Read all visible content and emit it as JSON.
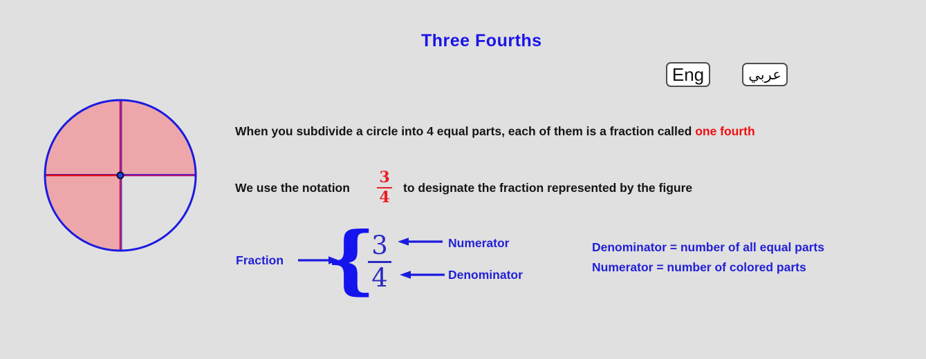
{
  "title": "Three Fourths",
  "buttons": {
    "eng": "Eng",
    "arabic": "عربي"
  },
  "sentence1": {
    "main": "When you subdivide a circle into 4 equal parts, each of them is a fraction called",
    "highlight": "one fourth"
  },
  "sentence2": {
    "prefix": "We use the notation",
    "suffix": "to designate the fraction represented by the figure"
  },
  "fraction": {
    "numerator": "3",
    "denominator": "4"
  },
  "diagram": {
    "brace": "{",
    "fraction_label": "Fraction",
    "numerator_label": "Numerator",
    "denominator_label": "Denominator"
  },
  "legend": {
    "line1": "Denominator = number of all equal parts",
    "line2": "Numerator = number of colored parts"
  },
  "figure": {
    "shape": "circle-divided-into-quadrants",
    "total_parts": 4,
    "colored_parts": 3,
    "uncolored_quadrant": "bottom-right"
  },
  "colors": {
    "background": "#e0e0e0",
    "accent_blue": "#1a14e8",
    "brace_blue": "#1414ee",
    "number_blue": "#2a2ac0",
    "legend_blue": "#2220d8",
    "highlight_red": "#f20d0d",
    "fraction_red": "#ed1c24",
    "circle_stroke": "#1a1ae0",
    "sector_fill": "#eda7ab",
    "line_crimson": "#c9125f",
    "line_red": "#e50914",
    "line_purple": "#a8127d",
    "line_blue_edge": "#2a2ae0",
    "dot_fill": "#2346e3",
    "dot_ring": "#0c0c2e",
    "arrow_blue": "#1b1be0"
  }
}
